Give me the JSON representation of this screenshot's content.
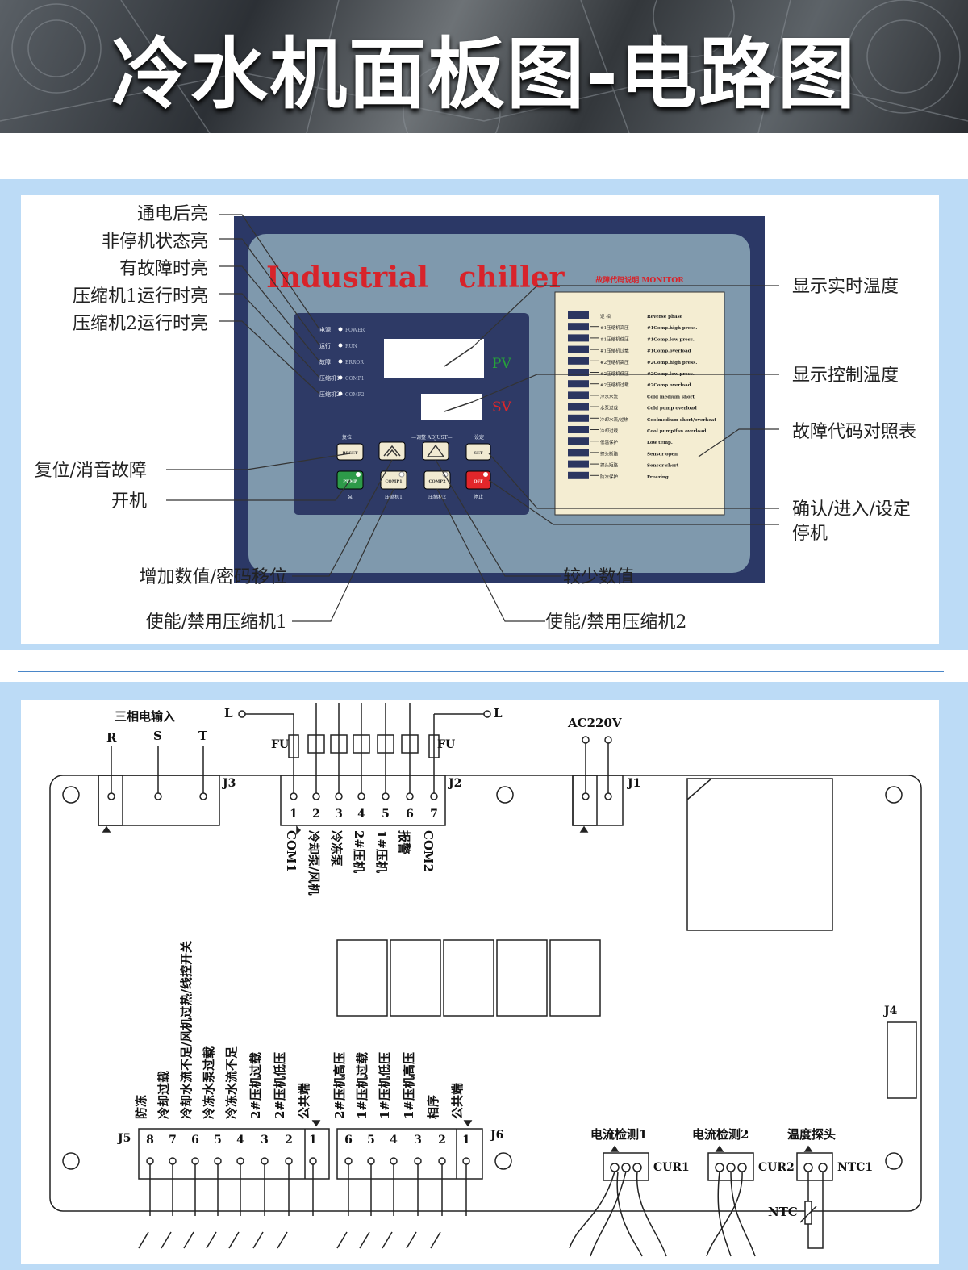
{
  "banner": {
    "title": "冷水机面板图-电路图"
  },
  "panel": {
    "brand": "Industrial   chiller",
    "monitor_title": "故障代码说明 MONITOR",
    "pv_label": "PV",
    "sv_label": "SV",
    "leds": [
      {
        "cn": "电源",
        "en": "POWER"
      },
      {
        "cn": "运行",
        "en": "RUN"
      },
      {
        "cn": "故障",
        "en": "ERROR"
      },
      {
        "cn": "压缩机1",
        "en": "COMP1"
      },
      {
        "cn": "压缩机2",
        "en": "COMP2"
      }
    ],
    "adjust_label": "—调整 ADJUST—",
    "reset_top": "复位",
    "set_top": "设定",
    "buttons": {
      "reset": "RESET",
      "set": "SET",
      "pump": "PUMP",
      "comp1": "COMP1",
      "comp2": "COMP2",
      "off": "OFF"
    },
    "bottom_labels": {
      "pump": "泵",
      "comp1": "压缩机1",
      "comp2": "压缩机2",
      "off": "停止"
    },
    "fault_codes": [
      {
        "cn": "逆    相",
        "en": "Reverse phase"
      },
      {
        "cn": "#1压缩机高压",
        "en": "#1Comp.high press."
      },
      {
        "cn": "#1压缩机低压",
        "en": "#1Comp.low press."
      },
      {
        "cn": "#1压缩机过载",
        "en": "#1Comp.overload"
      },
      {
        "cn": "#2压缩机高压",
        "en": "#2Comp.high press."
      },
      {
        "cn": "#2压缩机低压",
        "en": "#2Comp.low press."
      },
      {
        "cn": "#2压缩机过载",
        "en": "#2Comp.overload"
      },
      {
        "cn": "冷水水流",
        "en": "Cold medium short"
      },
      {
        "cn": "水泵过载",
        "en": "Cold pump overload"
      },
      {
        "cn": "冷却水流/过热",
        "en": "Coolmedium short/overheat"
      },
      {
        "cn": "冷却过载",
        "en": "Cool pump/fan overload"
      },
      {
        "cn": "低温保护",
        "en": "Low temp."
      },
      {
        "cn": "探头断路",
        "en": "Sensor open"
      },
      {
        "cn": "探头短路",
        "en": "Sensor short"
      },
      {
        "cn": "防冻保护",
        "en": "Freezing"
      }
    ],
    "callouts_left": [
      "通电后亮",
      "非停机状态亮",
      "有故障时亮",
      "压缩机1运行时亮",
      "压缩机2运行时亮",
      "复位/消音故障",
      "开机",
      "增加数值/密码移位",
      "使能/禁用压缩机1"
    ],
    "callouts_right": [
      "显示实时温度",
      "显示控制温度",
      "故障代码对照表",
      "确认/进入/设定",
      "停机",
      "较少数值",
      "使能/禁用压缩机2"
    ]
  },
  "circuit": {
    "three_phase": "三相电输入",
    "phases": [
      "R",
      "S",
      "T"
    ],
    "L": "L",
    "FU": "FU",
    "ac": "AC220V",
    "connectors": {
      "J1": "J1",
      "J2": "J2",
      "J3": "J3",
      "J4": "J4",
      "J5": "J5",
      "J6": "J6"
    },
    "j2_pins": [
      "1",
      "2",
      "3",
      "4",
      "5",
      "6",
      "7"
    ],
    "j2_labels": [
      "COM1",
      "冷却泵/风机",
      "冷冻泵",
      "2#压机",
      "1#压机",
      "报警",
      "COM2"
    ],
    "j5_pins": [
      "8",
      "7",
      "6",
      "5",
      "4",
      "3",
      "2",
      "1"
    ],
    "j5_labels": [
      "防冻",
      "冷却过载",
      "冷却水流不足/风机过热/线控开关",
      "冷冻水泵过载",
      "冷冻水流不足",
      "2#压机过载",
      "2#压机低压",
      "公共端"
    ],
    "j6_pins": [
      "6",
      "5",
      "4",
      "3",
      "2",
      "1"
    ],
    "j6_labels": [
      "2#压机高压",
      "1#压机过载",
      "1#压机低压",
      "1#压机高压",
      "相序",
      "公共端"
    ],
    "cur1": "电流检测1",
    "cur2": "电流检测2",
    "temp": "温度探头",
    "cur1_tag": "CUR1",
    "cur2_tag": "CUR2",
    "ntc1_tag": "NTC1",
    "ntc": "NTC"
  }
}
